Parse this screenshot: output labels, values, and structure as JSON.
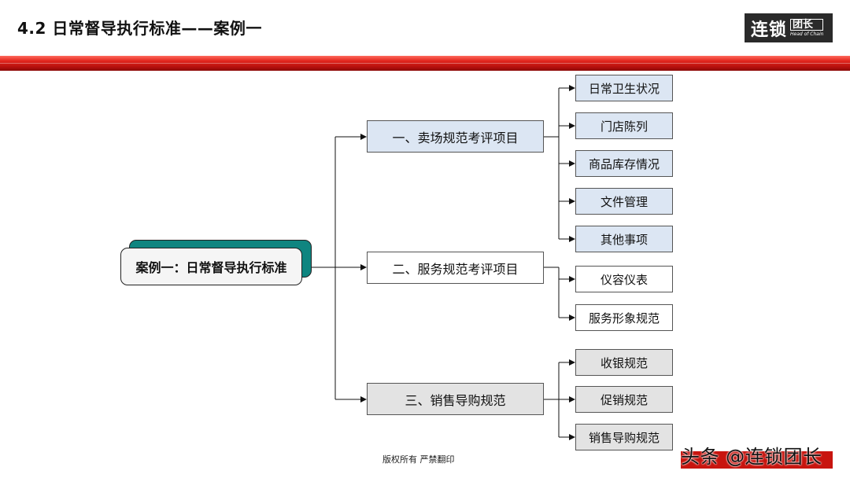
{
  "header": {
    "title": "4.2 日常督导执行标准——案例一",
    "logo_main": "连锁",
    "logo_side": "团长",
    "logo_en": "Head of Chain"
  },
  "root": {
    "label": "案例一：日常督导执行标准"
  },
  "branches": [
    {
      "label": "一、卖场规范考评项目",
      "fill": "#dce6f3",
      "children": [
        "日常卫生状况",
        "门店陈列",
        "商品库存情况",
        "文件管理",
        "其他事项"
      ]
    },
    {
      "label": "二、服务规范考评项目",
      "fill": "#ffffff",
      "children": [
        "仪容仪表",
        "服务形象规范"
      ]
    },
    {
      "label": "三、销售导购规范",
      "fill": "#e3e3e3",
      "children": [
        "收银规范",
        "促销规范",
        "销售导购规范"
      ]
    }
  ],
  "footer": {
    "copyright": "版权所有 严禁翻印"
  },
  "watermark": {
    "text": "头条 @连锁团长"
  },
  "colors": {
    "accent_red": "#c8150f",
    "root_shadow": "#0f8580",
    "level1_blue": "#dce6f3",
    "level3_gray": "#e3e3e3"
  }
}
